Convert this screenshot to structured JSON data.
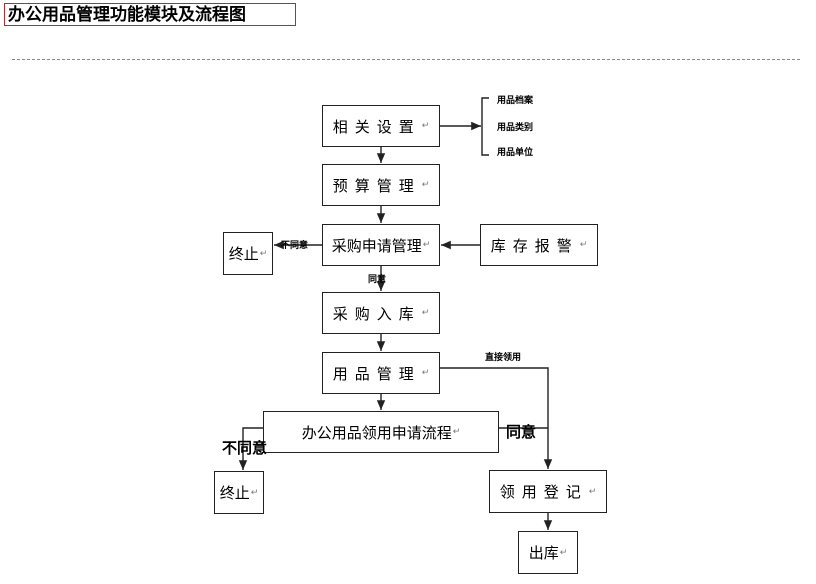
{
  "title": "办公用品管理功能模块及流程图",
  "return_mark": "↵",
  "nodes": {
    "settings": "相关设置",
    "budget": "预算管理",
    "purchase_request": "采购申请管理",
    "terminate_1": "终止",
    "stock_alert": "库存报警",
    "purchase_in": "采购入库",
    "supplies_mgmt": "用品管理",
    "requisition_flow": "办公用品领用申请流程",
    "terminate_2": "终止",
    "requisition_register": "领用登记",
    "outbound": "出库"
  },
  "settings_items": [
    "用品档案",
    "用品类别",
    "用品单位"
  ],
  "edge_labels": {
    "reject_1": "不同意",
    "approve_1": "同意",
    "direct_use": "直接领用",
    "approve_2": "同意",
    "reject_2": "不同意"
  }
}
